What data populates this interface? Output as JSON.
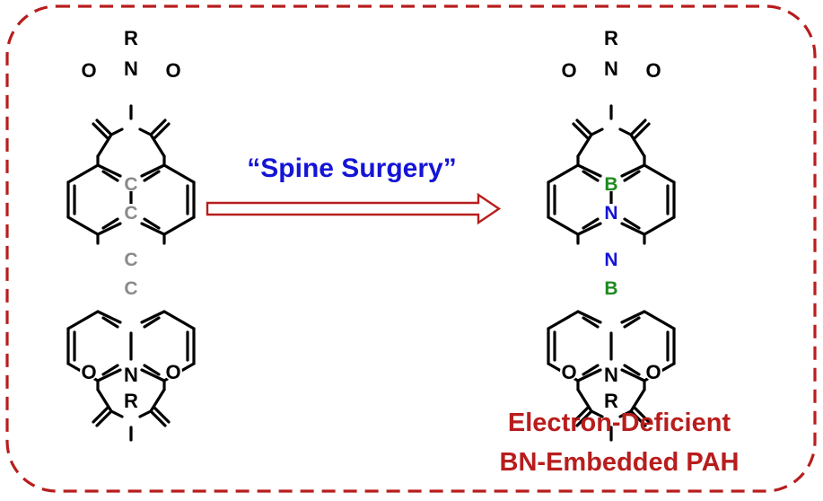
{
  "colors": {
    "frame": "#b81d1d",
    "bond": "#000000",
    "core_carbon": "#8a8a8a",
    "boron": "#1e8a1e",
    "nitrogen_core": "#1414d6",
    "arrow_label": "#1414d6",
    "caption": "#b81d1d",
    "arrow": "#b81d1d"
  },
  "reactant": {
    "top_substituent": "R",
    "top_imide_n": "N",
    "top_left_o": "O",
    "top_right_o": "O",
    "core_atoms": [
      "C",
      "C",
      "C",
      "C"
    ],
    "bottom_left_o": "O",
    "bottom_right_o": "O",
    "bottom_imide_n": "N",
    "bottom_substituent": "R"
  },
  "arrow": {
    "label": "“Spine Surgery”"
  },
  "product": {
    "top_substituent": "R",
    "top_imide_n": "N",
    "top_left_o": "O",
    "top_right_o": "O",
    "core_atoms": [
      "B",
      "N",
      "N",
      "B"
    ],
    "bottom_left_o": "O",
    "bottom_right_o": "O",
    "bottom_imide_n": "N",
    "bottom_substituent": "R"
  },
  "caption": {
    "line1": "Electron-Deficient",
    "line2": "BN-Embedded PAH"
  }
}
